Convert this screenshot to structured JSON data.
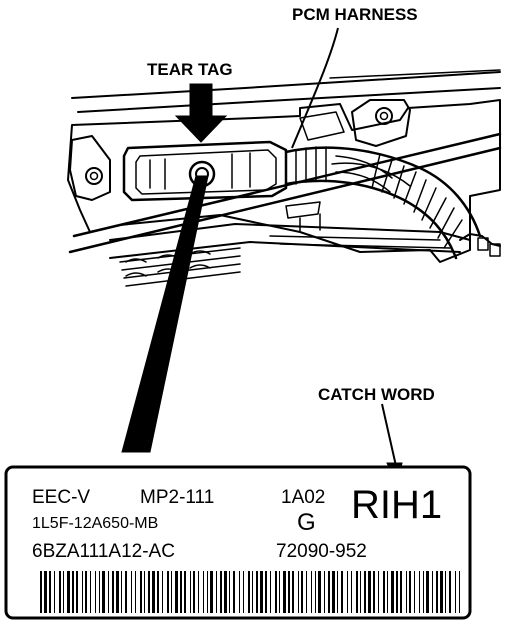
{
  "callouts": {
    "pcm_harness": "PCM HARNESS",
    "tear_tag": "TEAR TAG",
    "catch_word": "CATCH WORD"
  },
  "label": {
    "row1_left": "EEC-V",
    "row1_mid": "MP2-111",
    "row1_right": "1A02",
    "catch_word_value": "RIH1",
    "row2_left": "1L5F-12A650-MB",
    "row2_right": "G",
    "row3_left": "6BZA111A12-AC",
    "row3_right": "72090-952"
  },
  "colors": {
    "ink": "#000000",
    "paper": "#ffffff"
  }
}
